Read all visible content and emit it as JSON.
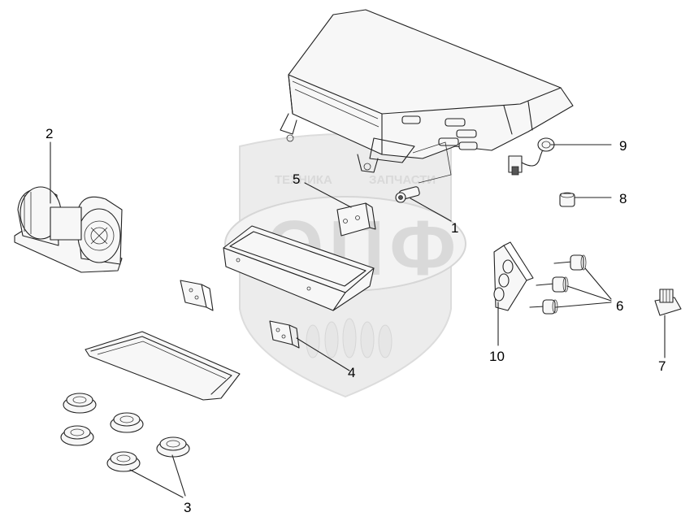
{
  "callouts": {
    "c1": "1",
    "c2": "2",
    "c3": "3",
    "c4": "4",
    "c5": "5",
    "c6": "6",
    "c7": "7",
    "c8": "8",
    "c9": "9",
    "c10": "10"
  },
  "watermark": {
    "top_text": "ТЕХНИКА",
    "top_text_right": "ЗАПЧАСТИ",
    "logo_letters": "ЭПФ"
  },
  "colors": {
    "line": "#222222",
    "watermark": "#d6d6d6"
  }
}
